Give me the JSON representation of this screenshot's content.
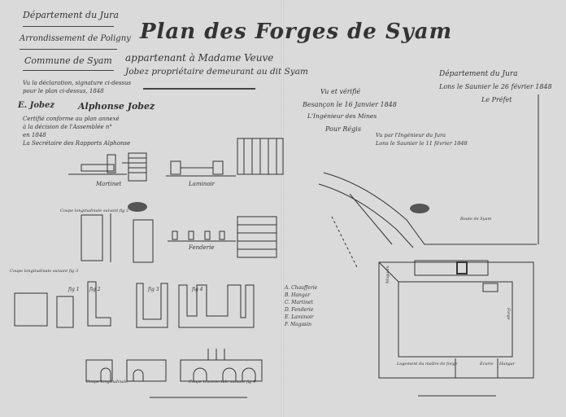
{
  "header": {
    "departement": "Département du Jura",
    "arrondissement": "Arrondissement de Poligny",
    "commune": "Commune de Syam"
  },
  "title": {
    "main": "Plan des Forges de Syam",
    "sub1": "appartenant à Madame Veuve",
    "sub2": "Jobez propriétaire demeurant au dit Syam"
  },
  "notes": {
    "left_top": [
      "Vu la déclaration, signature ci-dessus",
      "pour le plan ci-dessus, 1848"
    ],
    "signatures": [
      "E. Jobez",
      "Alphonse Jobez"
    ],
    "certificat": [
      "Certifié conforme au plan annexé",
      "à la décision de l'Assemblée n°",
      "en 1848",
      "La Secrétaire des Rapports Alphonse"
    ],
    "center_stamp": [
      "Vu et vérifié",
      "Besançon le 16 Janvier 1848",
      "L'Ingénieur des Mines",
      "Pour Régis"
    ],
    "center_right": [
      "Vu par l'Ingénieur du Jura",
      "Lons le Saunier le 11 février 1848"
    ],
    "right_top": [
      "Département du Jura",
      "Lons le Saunier le 26 février 1848",
      "Le Préfet"
    ],
    "legend_center": [
      "A. Chaufferie",
      "B. Hangar",
      "C. Martinet",
      "D. Fenderie",
      "E. Laminoir",
      "F. Magasin"
    ]
  },
  "labels": {
    "martinet": "Martinet",
    "laminoir": "Laminoir",
    "fenderie": "Fenderie",
    "coupe_fig2": "Coupe longitudinale suivant fig 2",
    "coupe_fig3": "Coupe longitudinale suivant fig 3",
    "fig1": "fig 1",
    "fig2": "fig 2",
    "fig3": "fig 3",
    "fig4": "fig 4",
    "coupe_bottom1": "Coupe longitudinale",
    "coupe_bottom2": "Coupe transversale suivant fig 4",
    "route": "Route de Syam",
    "magasin": "Magasin",
    "forge": "Forge",
    "logement": "Logement du maître de forge",
    "ecurie": "Écurie",
    "hangar": "Hangar"
  }
}
